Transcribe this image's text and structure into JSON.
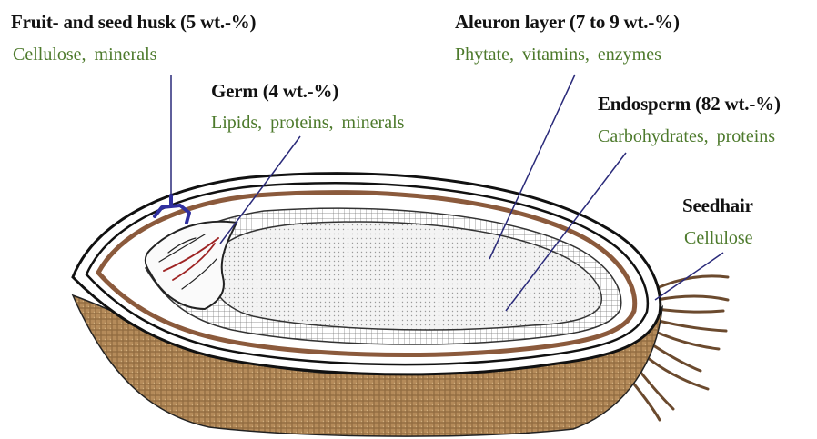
{
  "labels": {
    "husk": {
      "title": "Fruit- and seed husk (5 wt.-%)",
      "desc": "Cellulose, minerals"
    },
    "aleuron": {
      "title": "Aleuron layer (7 to 9 wt.-%)",
      "desc": "Phytate, vitamins, enzymes"
    },
    "germ": {
      "title": "Germ (4 wt.-%)",
      "desc": "Lipids, proteins, minerals"
    },
    "endosperm": {
      "title": "Endosperm (82 wt.-%)",
      "desc": "Carbohydrates, proteins"
    },
    "seedhair": {
      "title": "Seedhair",
      "desc": "Cellulose"
    }
  },
  "colors": {
    "title_text": "#111111",
    "desc_text": "#4d7a2c",
    "leader_line": "#2a2a7a",
    "husk_fill": "#b58b5a",
    "aleuron_band": "#8b5a3c",
    "endosperm_fill": "#f2f2f2",
    "hair": "#6b4a2e"
  }
}
